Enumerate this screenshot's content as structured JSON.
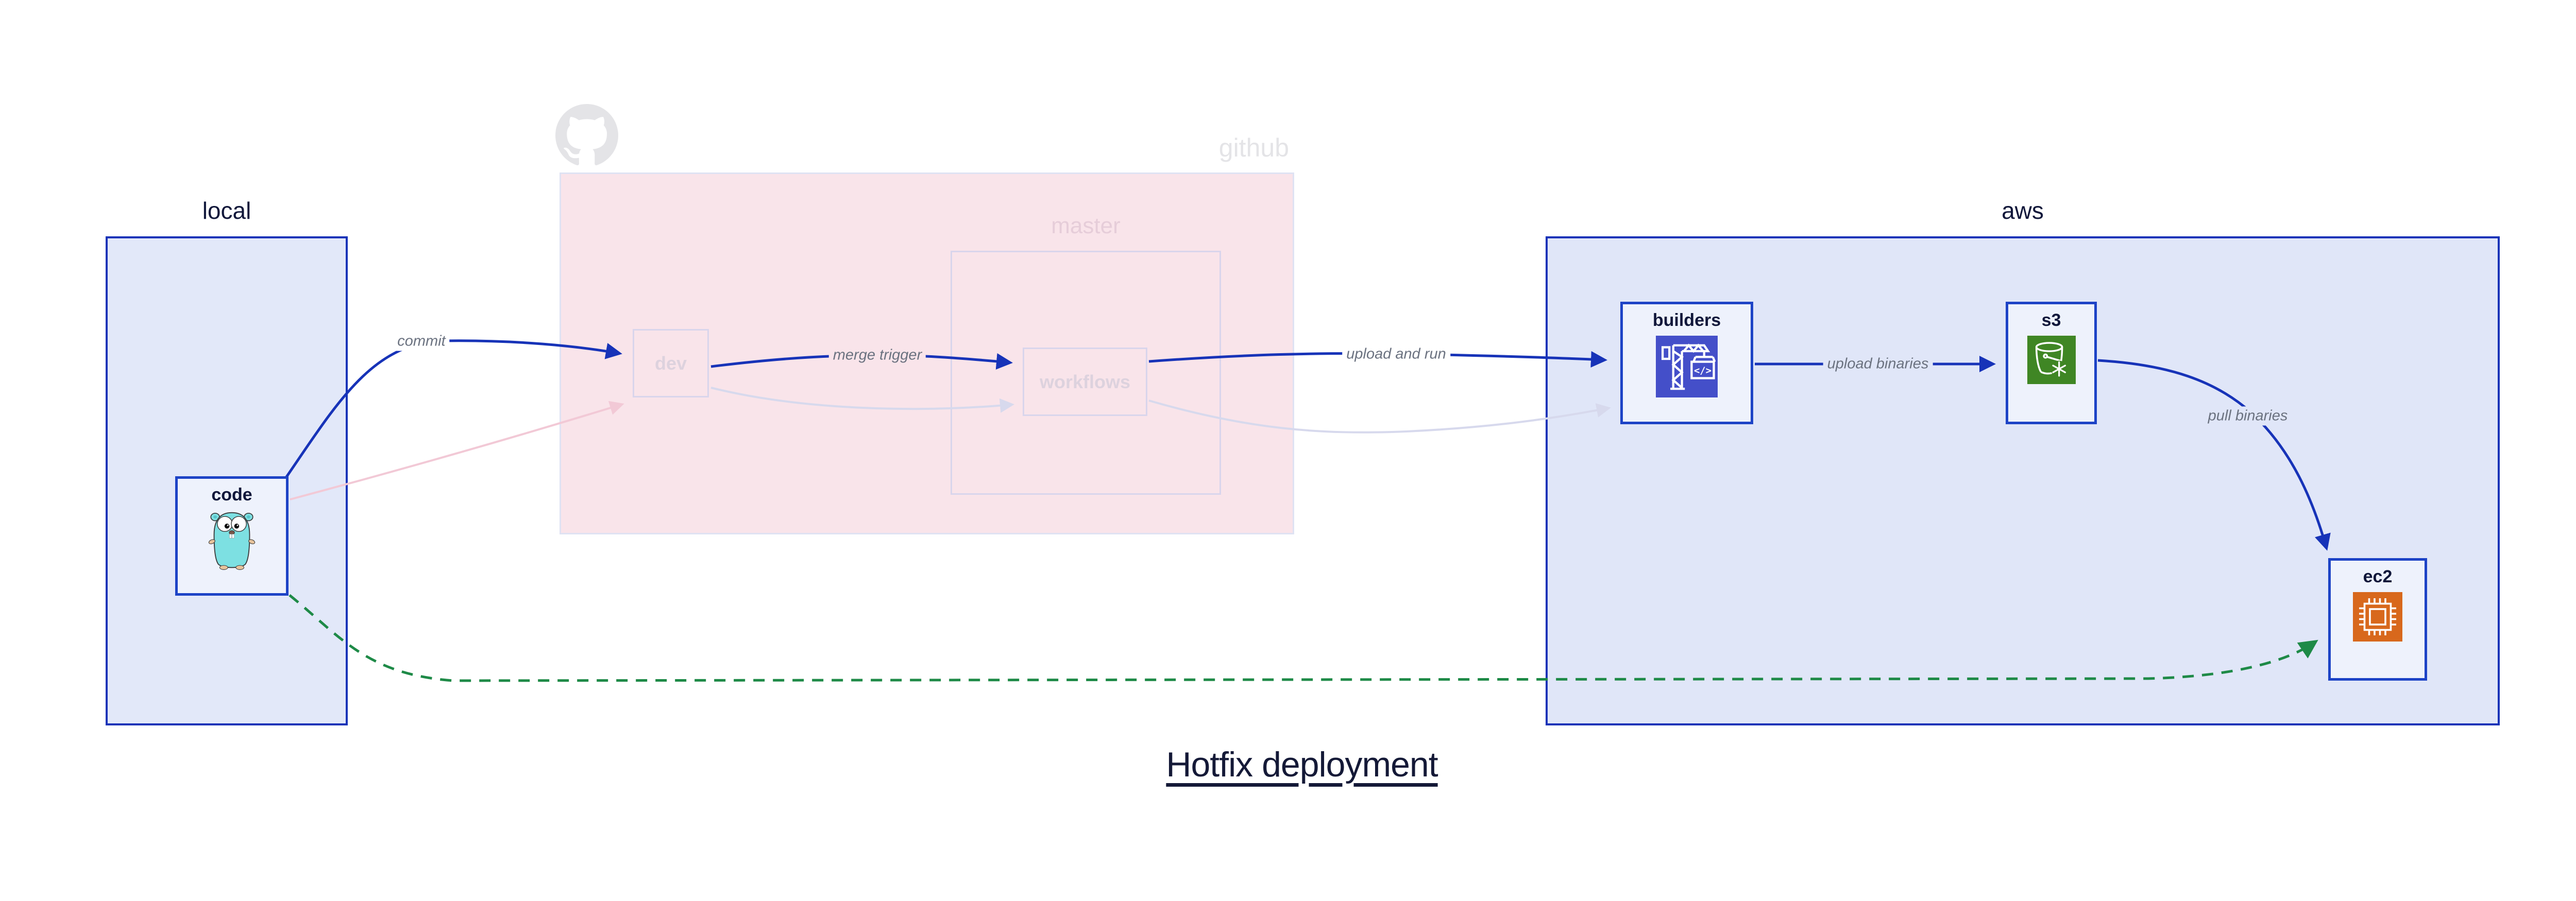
{
  "title": "Hotfix deployment",
  "groups": {
    "local": {
      "label": "local"
    },
    "github": {
      "label": "github",
      "master": {
        "label": "master"
      }
    },
    "aws": {
      "label": "aws"
    }
  },
  "nodes": {
    "code": {
      "label": "code",
      "icon": "go-gopher-icon"
    },
    "dev": {
      "label": "dev"
    },
    "workflows": {
      "label": "workflows"
    },
    "builders": {
      "label": "builders",
      "icon": "codebuild-crane-icon"
    },
    "s3": {
      "label": "s3",
      "icon": "s3-bucket-snowflake-icon"
    },
    "ec2": {
      "label": "ec2",
      "icon": "cpu-chip-icon"
    }
  },
  "edges": {
    "commit": {
      "label": "commit"
    },
    "merge_trigger": {
      "label": "merge trigger"
    },
    "upload_and_run": {
      "label": "upload and run"
    },
    "upload_binaries": {
      "label": "upload binaries"
    },
    "pull_binaries": {
      "label": "pull binaries"
    },
    "hotfix_direct": {
      "label": "",
      "style": "green-dashed"
    }
  },
  "colors": {
    "arrow_blue": "#1733b8",
    "arrow_green": "#1e8a47",
    "faded_pink": "#f2c9d6",
    "faded_lavender": "#d7d9ed",
    "group_border_blue": "#1733b8",
    "node_border_blue": "#1d43c6",
    "local_fill": "#e2e8f9",
    "aws_fill": "#e0e6f8",
    "node_fill": "#eef2fc",
    "github_fill": "#f9e4ea",
    "github_border": "#dfe2f3",
    "inner_border": "#d9d5ec",
    "faded_text": "#ddd2de",
    "master_text": "#e6cdd9",
    "github_gray": "#e4e4e7",
    "edge_label": "#6b7280",
    "dark_text": "#10173a",
    "title_color": "#141937",
    "builders_icon_bg": "#444fc9",
    "s3_icon_bg": "#3f8624",
    "ec2_icon_bg": "#d8681c",
    "gopher_teal": "#7de0e2"
  }
}
